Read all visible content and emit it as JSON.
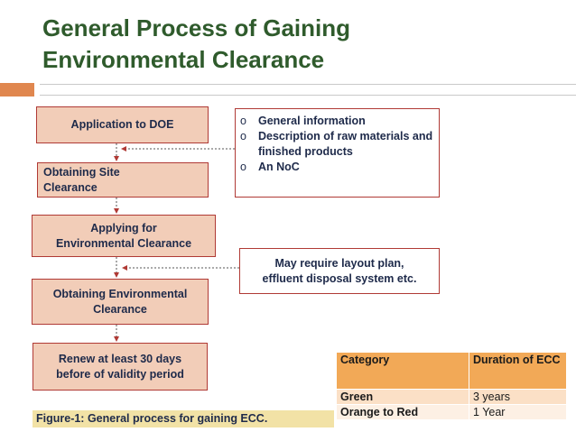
{
  "title": {
    "line1": "General Process of Gaining",
    "line2": "Environmental Clearance"
  },
  "steps": {
    "step1": "Application to DOE",
    "step2_line1": "Obtaining Site",
    "step2_line2": "Clearance",
    "step3_line1": "Applying for",
    "step3_line2": "Environmental Clearance",
    "step4_line1": "Obtaining Environmental",
    "step4_line2": "Clearance",
    "step5_line1": "Renew at least 30 days",
    "step5_line2": "before of validity period"
  },
  "notes": {
    "application_requirements": {
      "bullet_glyph": "o",
      "items": [
        "General information",
        "Description of raw materials and finished products",
        "An NoC"
      ]
    },
    "layout_note_line1": "May require layout plan,",
    "layout_note_line2": "effluent disposal system etc."
  },
  "caption": "Figure-1: General process for gaining ECC.",
  "duration_table": {
    "headers": [
      "Category",
      "Duration of ECC"
    ],
    "rows": [
      [
        "Green",
        "3 years"
      ],
      [
        "Orange to Red",
        "1 Year"
      ]
    ]
  },
  "colors": {
    "title": "#2f5b2c",
    "box_fill": "#f2cdb8",
    "box_border": "#b03a35",
    "accent": "#e0874f",
    "table_header": "#f2a957",
    "caption_fill": "#f2e2a6"
  }
}
